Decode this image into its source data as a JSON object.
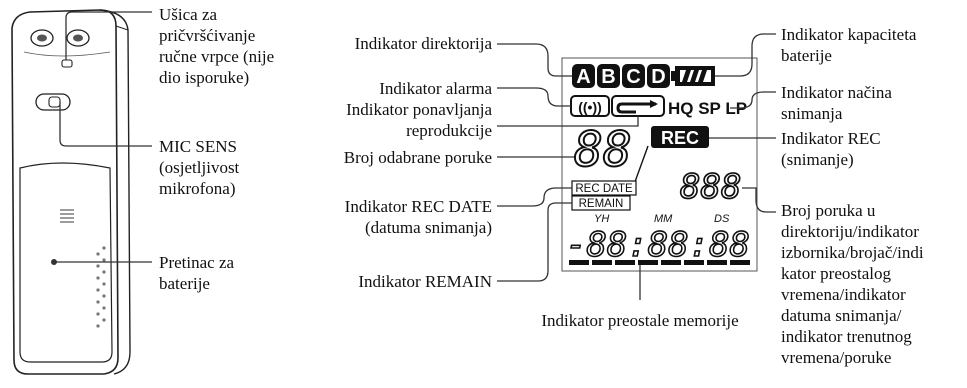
{
  "labels": {
    "hand_strap": "Ušica za\npričvršćivanje\nručne vrpce (nije\ndio isporuke)",
    "mic_sens": "MIC SENS\n(osjetljivost\nmikrofona)",
    "battery_compartment": "Pretinac za\nbaterije",
    "folder_indicator": "Indikator direktorija",
    "alarm_indicator": "Indikator alarma",
    "repeat_indicator": "Indikator ponavljanja\nreprodukcije",
    "message_number": "Broj odabrane poruke",
    "rec_date_indicator": "Indikator REC DATE\n(datuma snimanja)",
    "remain_indicator": "Indikator REMAIN",
    "remaining_memory": "Indikator preostale memorije",
    "battery_capacity": "Indikator kapaciteta\nbaterije",
    "rec_mode": "Indikator načina\nsnimanja",
    "rec_indicator": "Indikator REC\n(snimanje)",
    "counter_display": "Broj poruka u\ndirektoriju/indikator\nizbornika/brojač/indi\nkator preostalog\nvremena/indikator\ndatuma snimanja/\nindikator trenutnog\nvremena/poruke"
  },
  "lcd": {
    "folders": [
      "A",
      "B",
      "C",
      "D"
    ],
    "alarm_symbol": "((•))",
    "rec_modes": "HQ SP LP",
    "rec_badge": "REC",
    "rec_date_badge": "REC DATE",
    "remain_badge": "REMAIN",
    "message_digits": "88",
    "counter_digits": "888",
    "time_digits": "-88:88:88",
    "time_markers": [
      "YH",
      "MM",
      "DS"
    ]
  }
}
